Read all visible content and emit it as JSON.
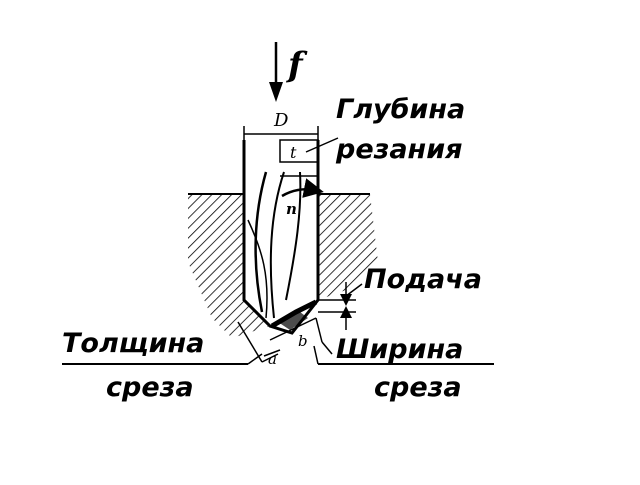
{
  "symbols": {
    "feed": "f",
    "diameter": "D",
    "depth": "t",
    "rotation": "n",
    "thickness": "a",
    "width": "b"
  },
  "labels": {
    "depth_line1": "Глубина",
    "depth_line2": "резания",
    "feed": "Подача",
    "thickness_line1": "Толщина",
    "thickness_line2": "среза",
    "width_line1": "Ширина",
    "width_line2": "среза"
  }
}
